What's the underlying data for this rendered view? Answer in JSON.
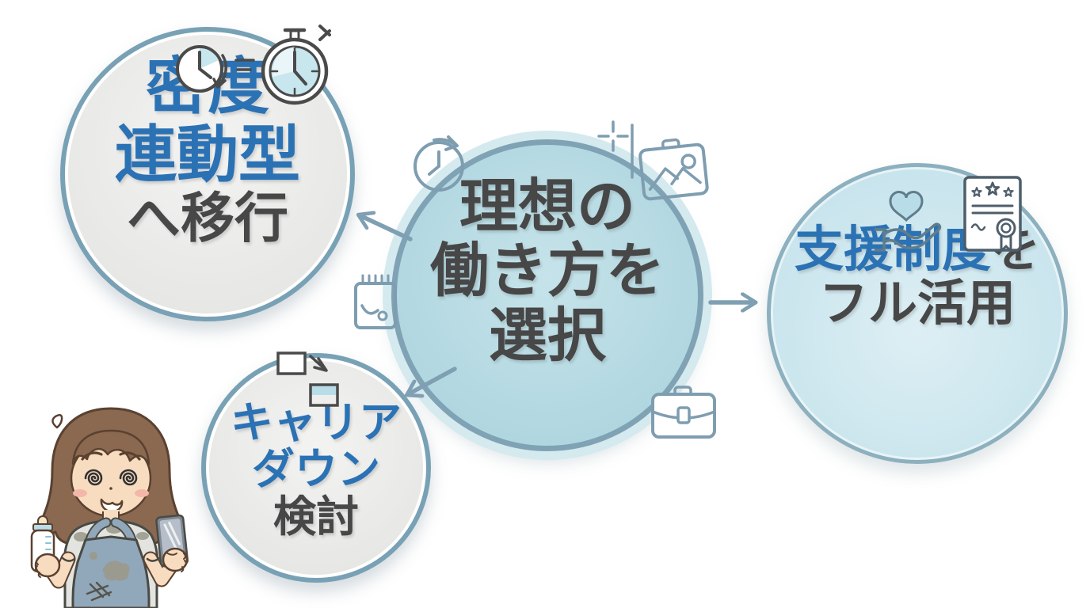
{
  "background": "#ffffff",
  "colors": {
    "accent_blue": "#2b72b5",
    "dark_text": "#474747",
    "gray_circle_fill": "#e9e9e7",
    "center_circle_fill": "#b5dae3",
    "right_circle_fill": "#cfe7ee",
    "circle_border": "#78a1b5",
    "arrow": "#7f9fb2",
    "icon_blue": "#7f9db0",
    "icon_dark": "#4a4a4a",
    "icon_teal": "#c7e6ee"
  },
  "nodes": {
    "center": {
      "line1": "理想の",
      "line2": "働き方を",
      "line3": "選択"
    },
    "top_left": {
      "line1": "密度",
      "line2": "連動型",
      "line3": "へ移行"
    },
    "bottom_left": {
      "line1": "キャリア",
      "line2": "ダウン",
      "line3": "検討"
    },
    "right": {
      "line1_highlight": "支援制度",
      "line1_rest": "を",
      "line2": "フル活用"
    }
  },
  "icons": {
    "top_left_circle": [
      "clock-history-icon",
      "stopwatch-icon"
    ],
    "center_orbit": [
      "clock-icon",
      "sparkle-icon",
      "photo-briefcase-icon",
      "calendar-icon",
      "briefcase-icon"
    ],
    "right_circle": [
      "heart-in-hand-icon",
      "certificate-icon"
    ],
    "bottom_left_circle": [
      "downgrade-transfer-icon"
    ],
    "corner_illustration": "overwhelmed-mother-with-baby-bottle-and-smartphone"
  }
}
